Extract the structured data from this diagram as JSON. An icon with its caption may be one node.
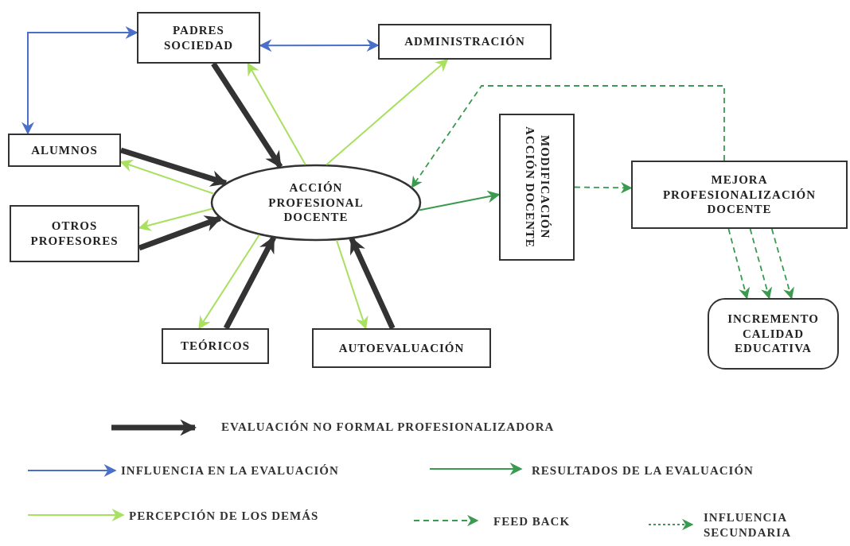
{
  "diagram": {
    "nodes": [
      {
        "text": [
          "PADRES SOCIEDAD"
        ]
      },
      {
        "text": [
          "ADMINISTRACIÓN"
        ]
      },
      {
        "text": [
          "ALUMNOS"
        ]
      },
      {
        "text": [
          "ACCIÓN PROFESIONAL DOCENTE"
        ]
      },
      {
        "text": [
          "OTROS PROFESORES"
        ]
      },
      {
        "text": [
          "MODIFICACIÓN ACCIÓN DOCENTE"
        ]
      },
      {
        "text": [
          "MEJORA PROFESIONALIZACIÓN DOCENTE"
        ]
      },
      {
        "text": [
          "TEÓRICOS"
        ]
      },
      {
        "text": [
          "AUTOEVALUACIÓN"
        ]
      },
      {
        "text": [
          "INCREMENTO CALIDAD EDUCATIVA"
        ]
      }
    ],
    "edges": [
      {
        "from": 0,
        "to": 2,
        "arrow": "both",
        "color": "#4a6fc8"
      },
      {
        "from": 0,
        "to": 1,
        "arrow": "both",
        "color": "#4a6fc8"
      },
      {
        "from": 0,
        "to": 3,
        "arrow": "to",
        "style": "thick",
        "color": "#333333"
      },
      {
        "from": 2,
        "to": 3,
        "arrow": "to",
        "style": "thick",
        "color": "#333333"
      },
      {
        "from": 4,
        "to": 3,
        "arrow": "to",
        "style": "thick",
        "color": "#333333"
      },
      {
        "from": 7,
        "to": 3,
        "arrow": "to",
        "style": "thick",
        "color": "#333333"
      },
      {
        "from": 8,
        "to": 3,
        "arrow": "to",
        "style": "thick",
        "color": "#333333"
      },
      {
        "from": 3,
        "to": 0,
        "arrow": "to",
        "color": "#a8e060"
      },
      {
        "from": 3,
        "to": 1,
        "arrow": "to",
        "color": "#a8e060"
      },
      {
        "from": 3,
        "to": 2,
        "arrow": "to",
        "color": "#a8e060"
      },
      {
        "from": 3,
        "to": 4,
        "arrow": "to",
        "color": "#a8e060"
      },
      {
        "from": 3,
        "to": 7,
        "arrow": "to",
        "color": "#a8e060"
      },
      {
        "from": 3,
        "to": 8,
        "arrow": "to",
        "color": "#a8e060"
      },
      {
        "from": 3,
        "to": 5,
        "arrow": "to",
        "color": "#3a9a50"
      },
      {
        "from": 5,
        "to": 6,
        "arrow": "to",
        "style": "dashed",
        "color": "#3a9a50"
      },
      {
        "from": 6,
        "to": 3,
        "arrow": "to",
        "style": "dashed",
        "color": "#3a9a50"
      },
      {
        "from": 6,
        "to": 9,
        "arrow": "to",
        "style": "dashed",
        "color": "#3a9a50"
      },
      {
        "from": 6,
        "to": 9,
        "arrow": "to",
        "style": "dashed",
        "color": "#3a9a50"
      },
      {
        "from": 6,
        "to": 9,
        "arrow": "to",
        "style": "dashed",
        "color": "#3a9a50"
      }
    ],
    "legend": [
      {
        "text": "EVALUACIÓN NO FORMAL PROFESIONALIZADORA"
      },
      {
        "text": "INFLUENCIA EN LA EVALUACIÓN"
      },
      {
        "text": "RESULTADOS DE LA EVALUACIÓN"
      },
      {
        "text": "PERCEPCIÓN DE LOS DEMÁS"
      },
      {
        "text": "FEED BACK"
      },
      {
        "text": "INFLUENCIA SECUNDARIA"
      }
    ]
  }
}
